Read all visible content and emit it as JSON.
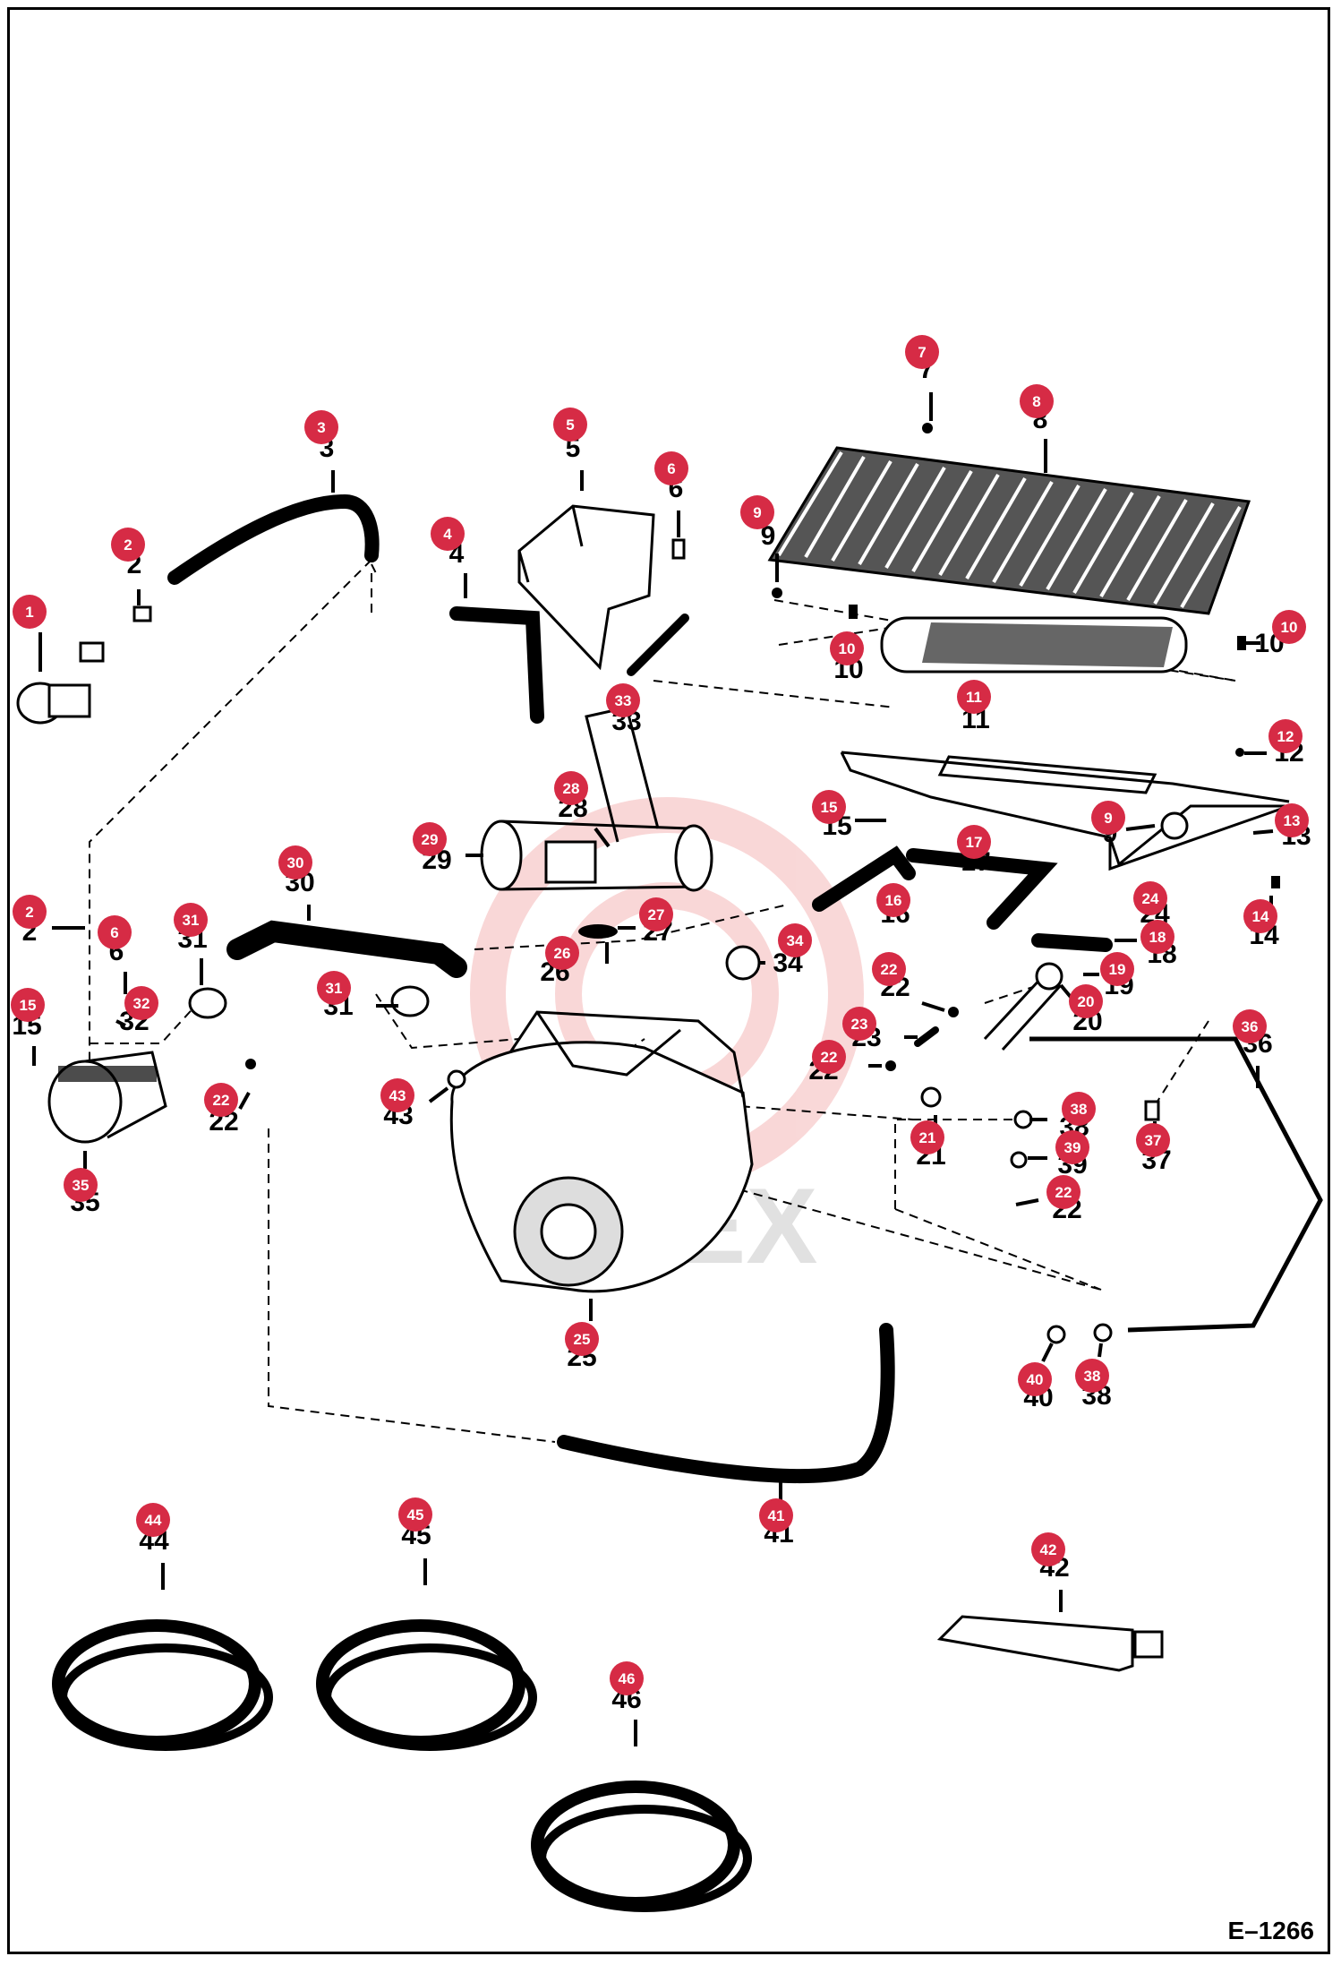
{
  "drawing_id": "E–1266",
  "watermark": "IHTEX",
  "colors": {
    "badge": "#d62b45",
    "ink": "#000000",
    "watermark": "#f6c9c9"
  },
  "callouts": [
    {
      "num": "1"
    },
    {
      "num": "2"
    },
    {
      "num": "3"
    },
    {
      "num": "4"
    },
    {
      "num": "5"
    },
    {
      "num": "6"
    },
    {
      "num": "7"
    },
    {
      "num": "8"
    },
    {
      "num": "9"
    },
    {
      "num": "10"
    },
    {
      "num": "10"
    },
    {
      "num": "11"
    },
    {
      "num": "12"
    },
    {
      "num": "13"
    },
    {
      "num": "9"
    },
    {
      "num": "14"
    },
    {
      "num": "15"
    },
    {
      "num": "16"
    },
    {
      "num": "17"
    },
    {
      "num": "24"
    },
    {
      "num": "18"
    },
    {
      "num": "19"
    },
    {
      "num": "20"
    },
    {
      "num": "28"
    },
    {
      "num": "29"
    },
    {
      "num": "27"
    },
    {
      "num": "30"
    },
    {
      "num": "2"
    },
    {
      "num": "6"
    },
    {
      "num": "31"
    },
    {
      "num": "26"
    },
    {
      "num": "34"
    },
    {
      "num": "22"
    },
    {
      "num": "23"
    },
    {
      "num": "22"
    },
    {
      "num": "15"
    },
    {
      "num": "32"
    },
    {
      "num": "31"
    },
    {
      "num": "33"
    },
    {
      "num": "36"
    },
    {
      "num": "22"
    },
    {
      "num": "43"
    },
    {
      "num": "21"
    },
    {
      "num": "38"
    },
    {
      "num": "37"
    },
    {
      "num": "39"
    },
    {
      "num": "22"
    },
    {
      "num": "35"
    },
    {
      "num": "25"
    },
    {
      "num": "40"
    },
    {
      "num": "38"
    },
    {
      "num": "41"
    },
    {
      "num": "44"
    },
    {
      "num": "45"
    },
    {
      "num": "42"
    },
    {
      "num": "46"
    }
  ]
}
